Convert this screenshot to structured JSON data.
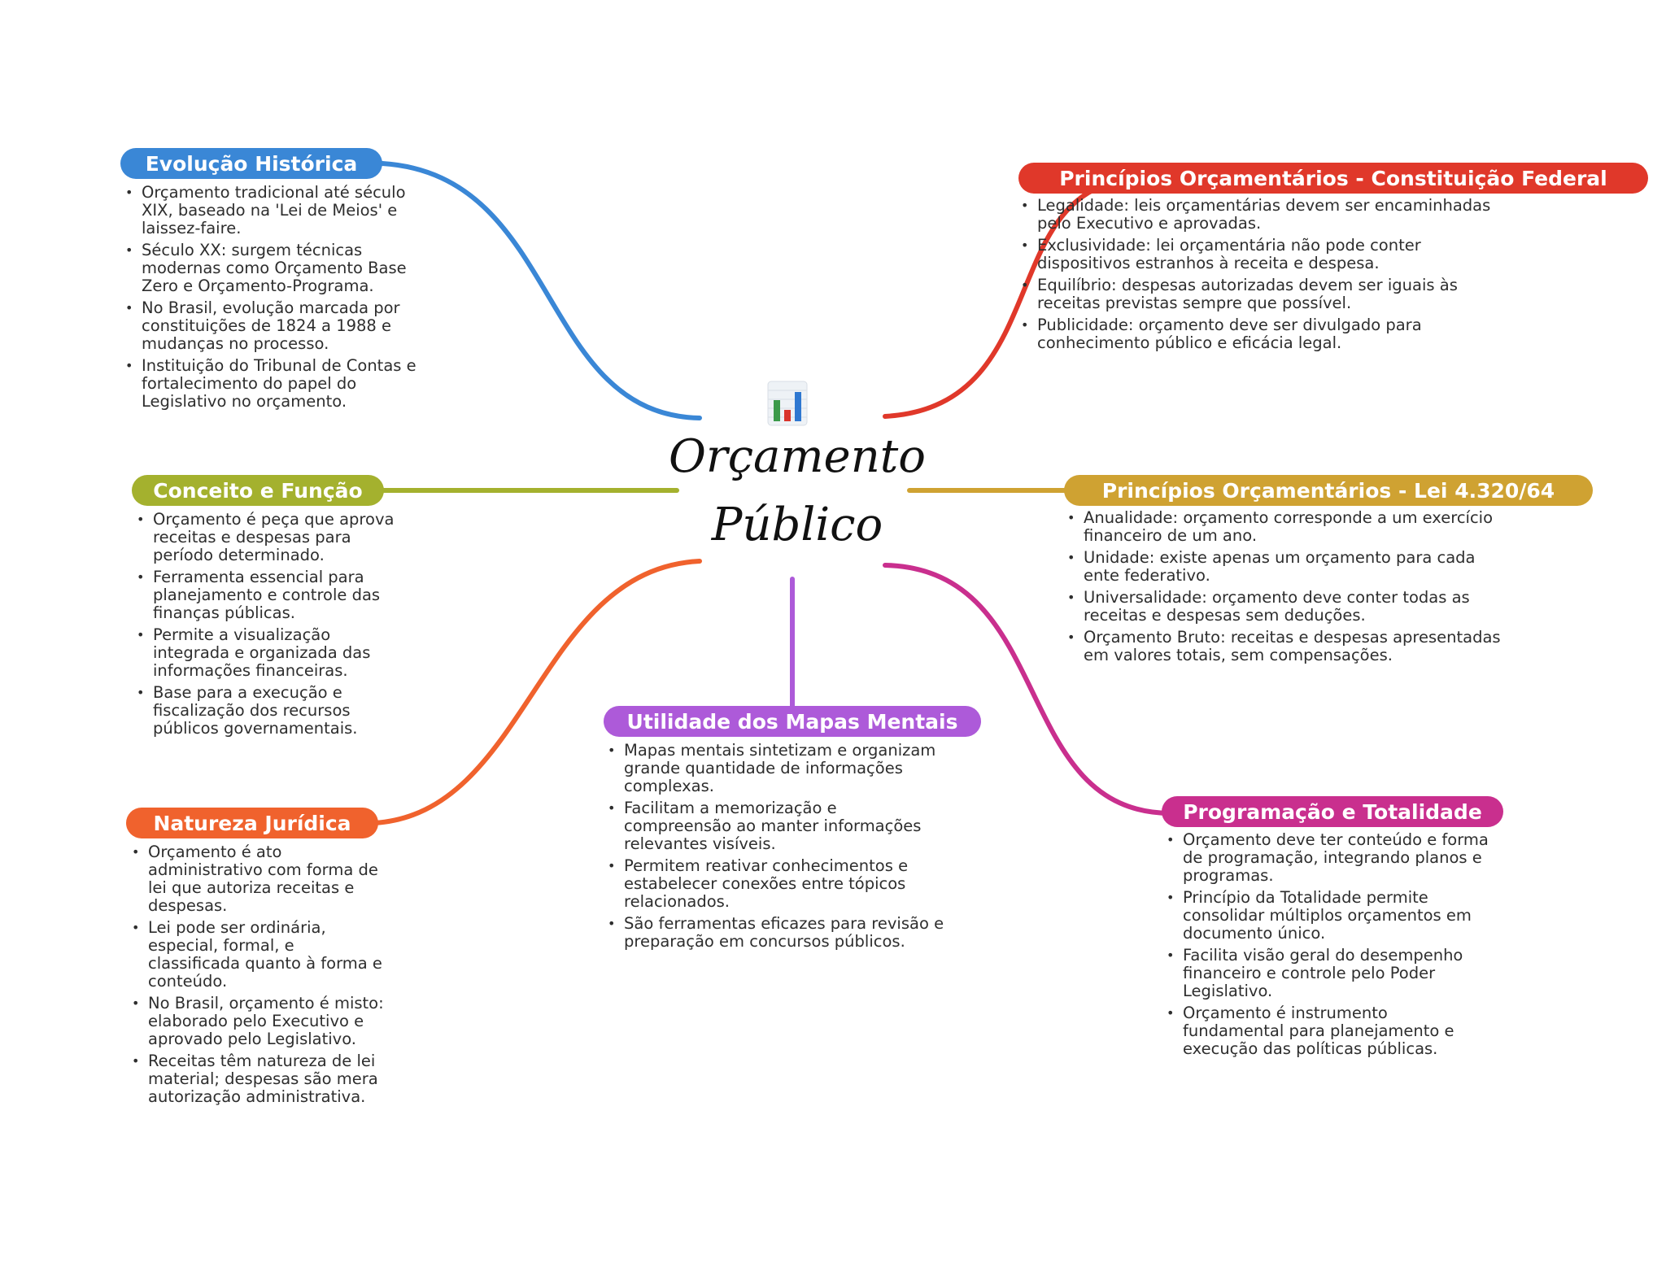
{
  "center": {
    "title_line1": "Orçamento",
    "title_line2": "Público",
    "icon": "bar-chart-icon"
  },
  "colors": {
    "historica": "#3a87d6",
    "conceito": "#a4b12e",
    "natureza": "#f0622d",
    "utilidade": "#ad5ad9",
    "cf": "#e0382a",
    "lei": "#cfa232",
    "programacao": "#c92f8e"
  },
  "branches": {
    "historica": {
      "label": "Evolução Histórica",
      "items": [
        "Orçamento tradicional até século XIX, baseado na 'Lei de Meios' e laissez-faire.",
        "Século XX: surgem técnicas modernas como Orçamento Base Zero e Orçamento-Programa.",
        "No Brasil, evolução marcada por constituições de 1824 a 1988 e mudanças no processo.",
        "Instituição do Tribunal de Contas e fortalecimento do papel do Legislativo no orçamento."
      ]
    },
    "conceito": {
      "label": "Conceito e Função",
      "items": [
        "Orçamento é peça que aprova receitas e despesas para período determinado.",
        "Ferramenta essencial para planejamento e controle das finanças públicas.",
        "Permite a visualização integrada e organizada das informações financeiras.",
        "Base para a execução e fiscalização dos recursos públicos governamentais."
      ]
    },
    "natureza": {
      "label": "Natureza Jurídica",
      "items": [
        "Orçamento é ato administrativo com forma de lei que autoriza receitas e despesas.",
        "Lei pode ser ordinária, especial, formal, e classificada quanto à forma e conteúdo.",
        "No Brasil, orçamento é misto: elaborado pelo Executivo e aprovado pelo Legislativo.",
        "Receitas têm natureza de lei material; despesas são mera autorização administrativa."
      ]
    },
    "utilidade": {
      "label": "Utilidade dos Mapas Mentais",
      "items": [
        "Mapas mentais sintetizam e organizam grande quantidade de informações complexas.",
        "Facilitam a memorização e compreensão ao manter informações relevantes visíveis.",
        "Permitem reativar conhecimentos e estabelecer conexões entre tópicos relacionados.",
        "São ferramentas eficazes para revisão e preparação em concursos públicos."
      ]
    },
    "cf": {
      "label": "Princípios Orçamentários - Constituição Federal",
      "items": [
        "Legalidade: leis orçamentárias devem ser encaminhadas pelo Executivo e aprovadas.",
        "Exclusividade: lei orçamentária não pode conter dispositivos estranhos à receita e despesa.",
        "Equilíbrio: despesas autorizadas devem ser iguais às receitas previstas sempre que possível.",
        "Publicidade: orçamento deve ser divulgado para conhecimento público e eficácia legal."
      ]
    },
    "lei": {
      "label": "Princípios Orçamentários - Lei 4.320/64",
      "items": [
        "Anualidade: orçamento corresponde a um exercício financeiro de um ano.",
        "Unidade: existe apenas um orçamento para cada ente federativo.",
        "Universalidade: orçamento deve conter todas as receitas e despesas sem deduções.",
        "Orçamento Bruto: receitas e despesas apresentadas em valores totais, sem compensações."
      ]
    },
    "programacao": {
      "label": "Programação e Totalidade",
      "items": [
        "Orçamento deve ter conteúdo e forma de programação, integrando planos e programas.",
        "Princípio da Totalidade permite consolidar múltiplos orçamentos em documento único.",
        "Facilita visão geral do desempenho financeiro e controle pelo Poder Legislativo.",
        "Orçamento é instrumento fundamental para planejamento e execução das políticas públicas."
      ]
    }
  }
}
